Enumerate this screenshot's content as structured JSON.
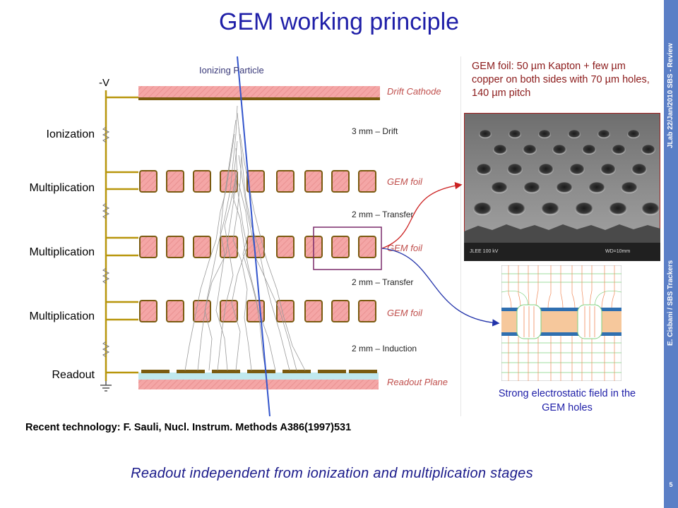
{
  "title": "GEM working principle",
  "sidebar": {
    "event": "JLab 22/Jan/2010 SBS - Review",
    "author": "E. Cisbani / SBS Trackers",
    "page": "5"
  },
  "stages": [
    "Ionization",
    "Multiplication",
    "Multiplication",
    "Multiplication",
    "Readout"
  ],
  "diagram": {
    "voltage_label": "-V",
    "particle_label": "Ionizing Particle",
    "drift_cathode": "Drift Cathode",
    "gap_drift": "3 mm – Drift",
    "gem_foil_1": "GEM foil",
    "gap_transfer_1": "2 mm – Transfer",
    "gem_foil_2": "GEM foil",
    "gap_transfer_2": "2 mm – Transfer",
    "gem_foil_3": "GEM foil",
    "gap_induction": "2 mm – Induction",
    "readout_plane": "Readout Plane",
    "photo_scale": "JLEE 100 kV",
    "photo_info": "WD=10mm"
  },
  "foil_caption": "GEM foil: 50 µm Kapton + few µm copper on both sides with 70 µm holes, 140 µm pitch",
  "field_caption": "Strong electrostatic field in the GEM holes",
  "reference": "Recent technology: F. Sauli, Nucl. Instrum. Methods A386(1997)531",
  "bottom_note": "Readout independent from ionization and multiplication stages",
  "colors": {
    "title": "#1f1fa8",
    "sidebar": "#5b7fc6",
    "foil_label": "#c0504d",
    "kapton": "#f4a6a6",
    "copper": "#7a5b10",
    "particle_track": "#3355cc",
    "caption_red": "#8b1a1a"
  },
  "icons": {
    "ground": "ground-symbol-icon",
    "resistor": "resistor-icon",
    "arrow_red": "red-curved-arrow-icon",
    "arrow_blue": "blue-curved-arrow-icon"
  }
}
